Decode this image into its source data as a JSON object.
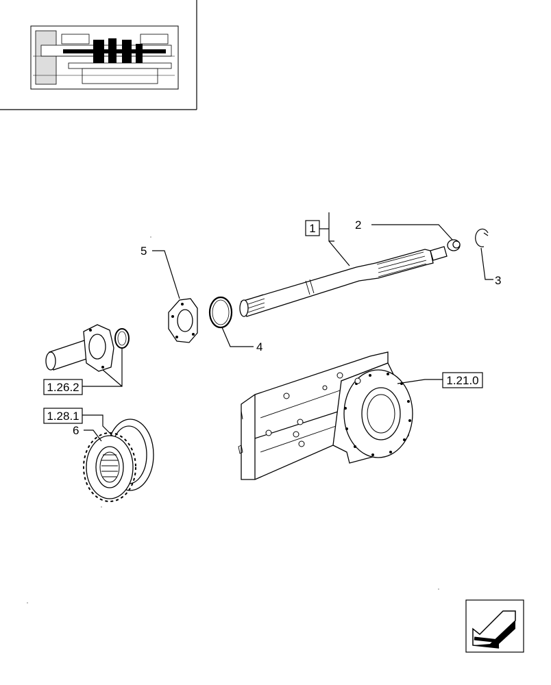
{
  "callouts": {
    "item_1": "1",
    "item_2": "2",
    "item_3": "3",
    "item_4": "4",
    "item_5": "5",
    "item_6": "6"
  },
  "references": {
    "ref_1_26_2": "1.26.2",
    "ref_1_28_1": "1.28.1",
    "ref_1_21_0": "1.21.0"
  },
  "icons": {
    "nav_arrow": "previous-page-arrow-icon"
  }
}
